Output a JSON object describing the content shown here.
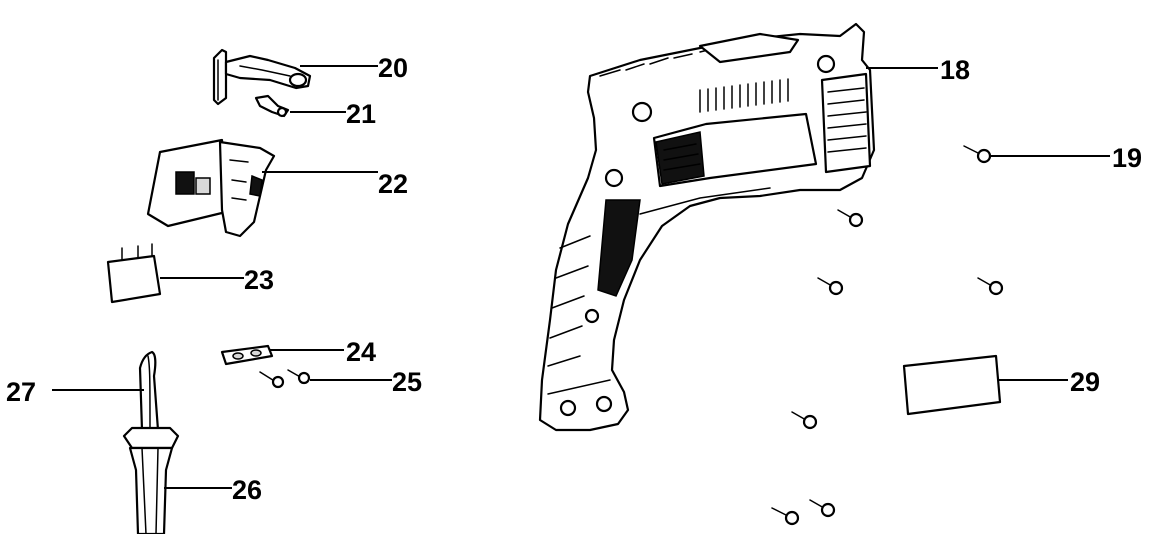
{
  "callouts": [
    {
      "id": "18",
      "label": "18"
    },
    {
      "id": "19",
      "label": "19"
    },
    {
      "id": "20",
      "label": "20"
    },
    {
      "id": "21",
      "label": "21"
    },
    {
      "id": "22",
      "label": "22"
    },
    {
      "id": "23",
      "label": "23"
    },
    {
      "id": "24",
      "label": "24"
    },
    {
      "id": "25",
      "label": "25"
    },
    {
      "id": "26",
      "label": "26"
    },
    {
      "id": "27",
      "label": "27"
    },
    {
      "id": "29",
      "label": "29"
    }
  ]
}
